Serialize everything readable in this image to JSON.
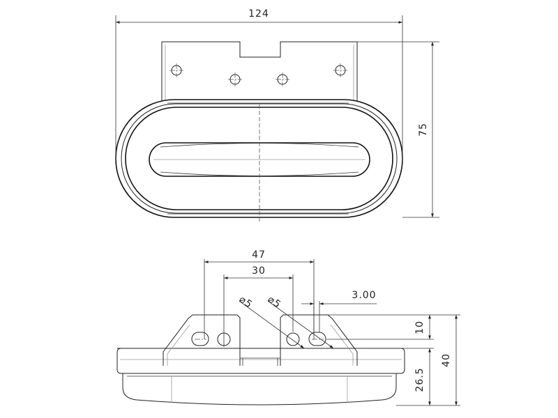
{
  "top_view": {
    "width_dim": "124",
    "height_dim": "75"
  },
  "side_view": {
    "dim_47": "47",
    "dim_30": "30",
    "hole_dia_a": "⌀5",
    "hole_dia_b": "⌀5",
    "dim_3": "3.00",
    "dim_10": "10",
    "dim_40": "40",
    "dim_26_5": "26.5"
  },
  "colors": {
    "line": "#222222",
    "background": "#ffffff"
  }
}
